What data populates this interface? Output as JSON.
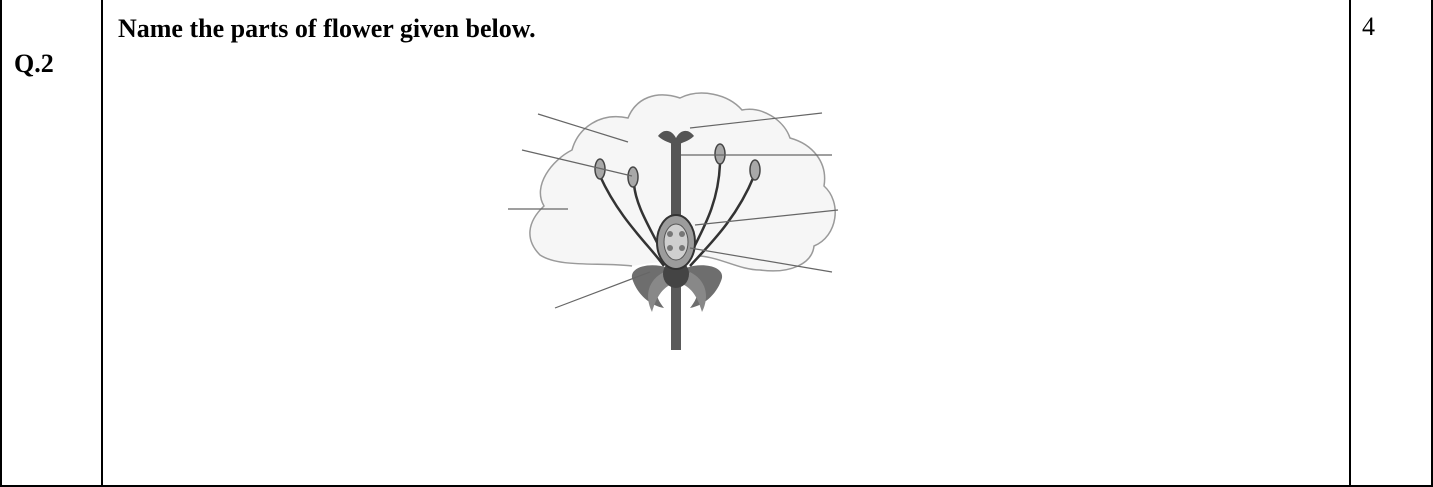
{
  "question": {
    "number": "Q.2",
    "text": "Name the parts of flower given below.",
    "marks": "4"
  },
  "diagram": {
    "colors": {
      "petal_fill": "#f6f6f6",
      "petal_stroke": "#9a9a9a",
      "filament": "#333333",
      "anther": "#a8a8a8",
      "pistil": "#555555",
      "ovary": "#9c9c9c",
      "sepal": "#6e6e6e",
      "stalk": "#5a5a5a",
      "pointer": "#666666"
    }
  }
}
